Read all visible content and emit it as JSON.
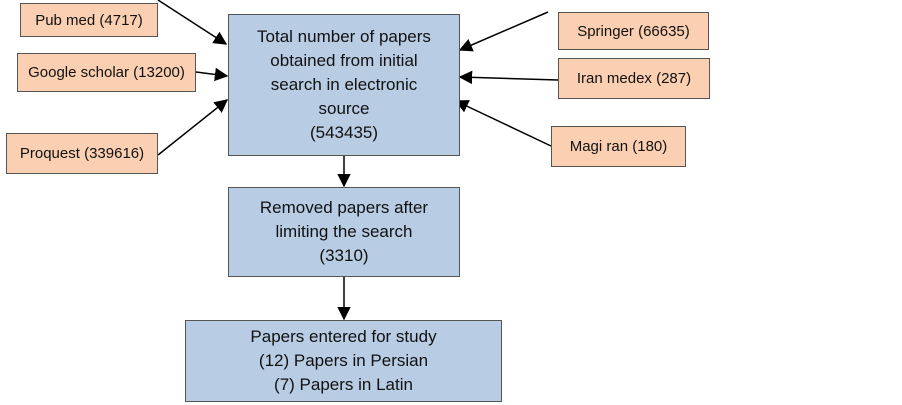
{
  "sources": {
    "left": [
      {
        "label": "Pub med (4717)"
      },
      {
        "label": "Google scholar (13200)"
      },
      {
        "label": "Proquest (339616)"
      }
    ],
    "right": [
      {
        "label": "Springer (66635)"
      },
      {
        "label": "Iran medex (287)"
      },
      {
        "label": "Magi ran (180)"
      }
    ]
  },
  "total_box": {
    "lines": [
      "Total number of papers",
      "obtained from initial",
      "search in electronic",
      "source",
      "(543435)"
    ]
  },
  "removed_box": {
    "lines": [
      "Removed papers after",
      "limiting the search",
      "(3310)"
    ]
  },
  "entered_box": {
    "lines": [
      "Papers entered for study",
      "(12) Papers in Persian",
      "(7) Papers in Latin"
    ]
  },
  "colors": {
    "source_fill": "#fbd0b2",
    "main_fill": "#b8cce4",
    "border": "#555555",
    "arrow": "#000000"
  }
}
